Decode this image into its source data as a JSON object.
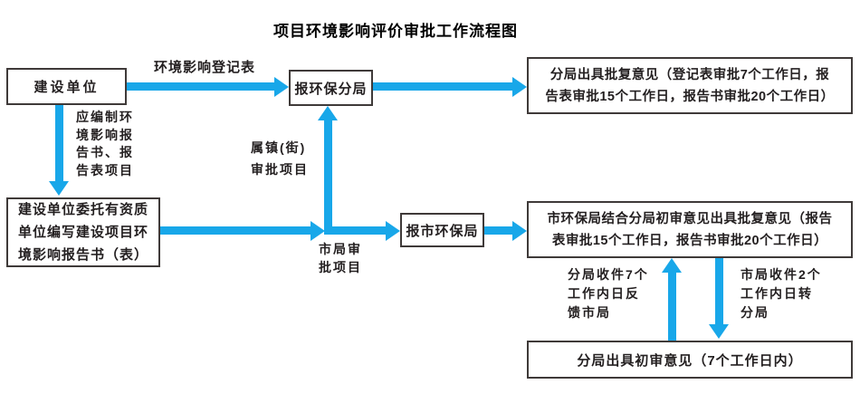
{
  "title": "项目环境影响评价审批工作流程图",
  "colors": {
    "arrow": "#18a7e9",
    "border": "#3f3a39",
    "text": "#231f20"
  },
  "nodes": {
    "construction_unit": "建设单位",
    "report_epa_branch": "报环保分局",
    "branch_approval_opinion": "分局出具批复意见（登记表审批7个工作日，报\n告表审批15个工作日，报告书审批20个工作日）",
    "entrust_qualified_unit": "建设单位委托有资质\n单位编写建设项目环\n境影响报告书（表）",
    "report_city_epa": "报市环保局",
    "city_approval_opinion": "市环保局结合分局初审意见出具批复意见（报告\n表审批15个工作日，报告书审批20个工作日）",
    "branch_initial_opinion": "分局出具初审意见（7个工作日内）"
  },
  "edge_labels": {
    "registration_form": "环境影响登记表",
    "should_prepare": "应编制环\n境影响报\n告书、报\n告表项目",
    "town_street_projects": "属镇(街)\n审批项目",
    "city_bureau_projects": "市局审\n批项目",
    "branch_feedback": "分局收件7个\n工作内日反\n馈市局",
    "city_transfer": "市局收件2个\n工作内日转\n分局"
  }
}
